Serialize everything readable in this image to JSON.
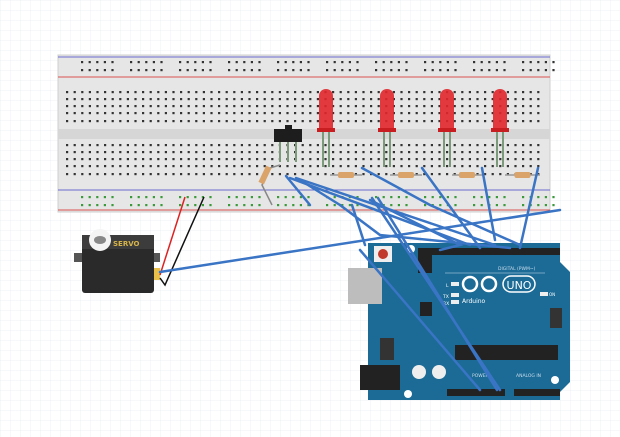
{
  "servo": {
    "label": "SERVO"
  },
  "arduino": {
    "brand": "Arduino",
    "model": "UNO",
    "digital_label": "DIGITAL (PWM~)",
    "power_label": "POWER",
    "analog_label": "ANALOG IN",
    "led_l": "L",
    "led_tx": "TX",
    "led_rx": "RX",
    "led_on": "ON"
  },
  "colors": {
    "board": "#1b6b96",
    "breadboard": "#e5e5e5",
    "wire": "#3a74c4",
    "led": "#e0262b",
    "rail_red": "#d9534f",
    "rail_blue": "#5555cc"
  },
  "components": {
    "leds": 4,
    "resistors": 5,
    "switches": 1,
    "servos": 1
  }
}
